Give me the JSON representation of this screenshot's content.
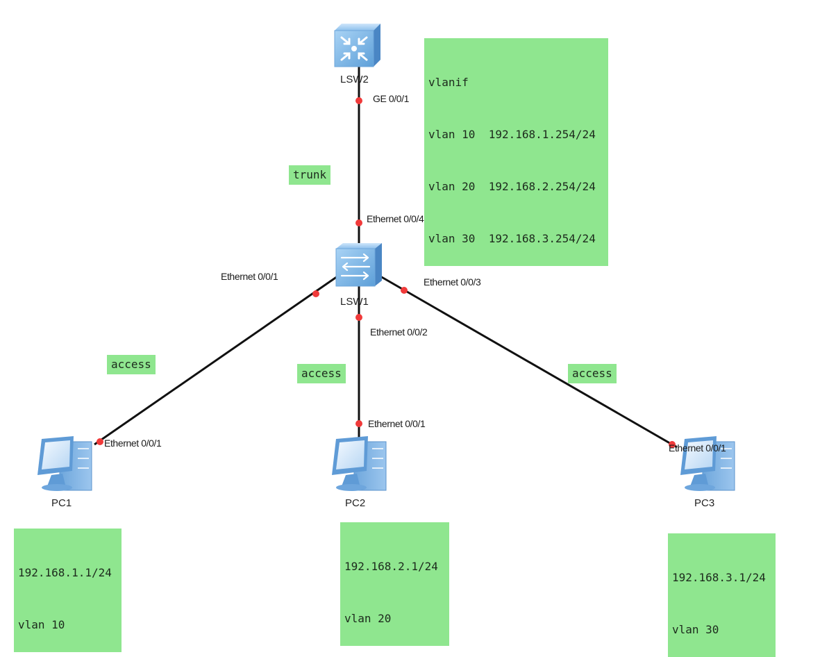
{
  "devices": {
    "lsw2": {
      "name": "LSW2",
      "type": "layer3-switch"
    },
    "lsw1": {
      "name": "LSW1",
      "type": "layer2-switch"
    },
    "pc1": {
      "name": "PC1",
      "type": "pc"
    },
    "pc2": {
      "name": "PC2",
      "type": "pc"
    },
    "pc3": {
      "name": "PC3",
      "type": "pc"
    }
  },
  "ports": {
    "lsw2_ge001": "GE 0/0/1",
    "lsw1_e004": "Ethernet 0/0/4",
    "lsw1_e001": "Ethernet 0/0/1",
    "lsw1_e002": "Ethernet 0/0/2",
    "lsw1_e003": "Ethernet 0/0/3",
    "pc1_e001": "Ethernet 0/0/1",
    "pc2_e001": "Ethernet 0/0/1",
    "pc3_e001": "Ethernet 0/0/1"
  },
  "links": [
    {
      "from": "LSW2",
      "from_port": "GE 0/0/1",
      "to": "LSW1",
      "to_port": "Ethernet 0/0/4",
      "mode": "trunk"
    },
    {
      "from": "LSW1",
      "from_port": "Ethernet 0/0/1",
      "to": "PC1",
      "to_port": "Ethernet 0/0/1",
      "mode": "access"
    },
    {
      "from": "LSW1",
      "from_port": "Ethernet 0/0/2",
      "to": "PC2",
      "to_port": "Ethernet 0/0/1",
      "mode": "access"
    },
    {
      "from": "LSW1",
      "from_port": "Ethernet 0/0/3",
      "to": "PC3",
      "to_port": "Ethernet 0/0/1",
      "mode": "access"
    }
  ],
  "link_labels": {
    "trunk": "trunk",
    "access_pc1": "access",
    "access_pc2": "access",
    "access_pc3": "access"
  },
  "notes": {
    "vlanif": {
      "title": "vlanif",
      "rows": [
        "vlan 10  192.168.1.254/24",
        "vlan 20  192.168.2.254/24",
        "vlan 30  192.168.3.254/24"
      ]
    },
    "pc1": {
      "ip": "192.168.1.1/24",
      "vlan": "vlan 10"
    },
    "pc2": {
      "ip": "192.168.2.1/24",
      "vlan": "vlan 20"
    },
    "pc3": {
      "ip": "192.168.3.1/24",
      "vlan": "vlan 30"
    }
  },
  "colors": {
    "note_bg": "#8fe68f",
    "port_dot": "#f03a3a",
    "link": "#111111",
    "device_blue": "#5b9bd5"
  }
}
